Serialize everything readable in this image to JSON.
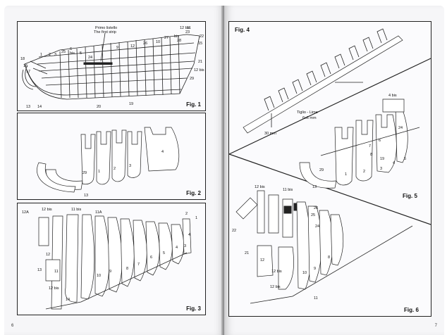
{
  "left_page": {
    "page_number": "6",
    "fig1": {
      "label": "Fig. 1",
      "strip_label_1": "Primo listello",
      "strip_label_2": "The first strip",
      "callouts": [
        "18",
        "16",
        "17",
        "1",
        "2",
        "3",
        "25",
        "6",
        "bis",
        "5",
        "24",
        "9",
        "12",
        "26",
        "10",
        "27",
        "bis",
        "28",
        "12 bis",
        "11",
        "23",
        "22",
        "15",
        "21",
        "12 bis",
        "29",
        "13",
        "14",
        "20",
        "19"
      ]
    },
    "fig2": {
      "label": "Fig. 2",
      "callouts": [
        "29",
        "1",
        "2",
        "3",
        "4",
        "13"
      ]
    },
    "fig3": {
      "label": "Fig. 3",
      "callouts": [
        "12A",
        "12 bis",
        "11 bis",
        "11A",
        "2",
        "1",
        "12",
        "11",
        "10",
        "9",
        "8",
        "7",
        "6",
        "5",
        "4",
        "3",
        "12 bis",
        "14",
        "13",
        "4"
      ]
    }
  },
  "right_page": {
    "page_number": "7",
    "fig4": {
      "label": "Fig. 4",
      "tiglio": "Tiglio - Lime",
      "size": "6x6 mm",
      "dim": "30 mm"
    },
    "fig5": {
      "label": "Fig. 5",
      "callouts": [
        "4 bis",
        "24",
        "6",
        "7",
        "8",
        "19",
        "5",
        "4",
        "3",
        "2",
        "1",
        "29",
        "13"
      ]
    },
    "fig6": {
      "label": "Fig. 6",
      "callouts": [
        "12 bis",
        "11 bis",
        "26",
        "22",
        "25",
        "24",
        "21",
        "8",
        "12",
        "9",
        "12 bis",
        "10",
        "11",
        "12 bis"
      ]
    }
  }
}
